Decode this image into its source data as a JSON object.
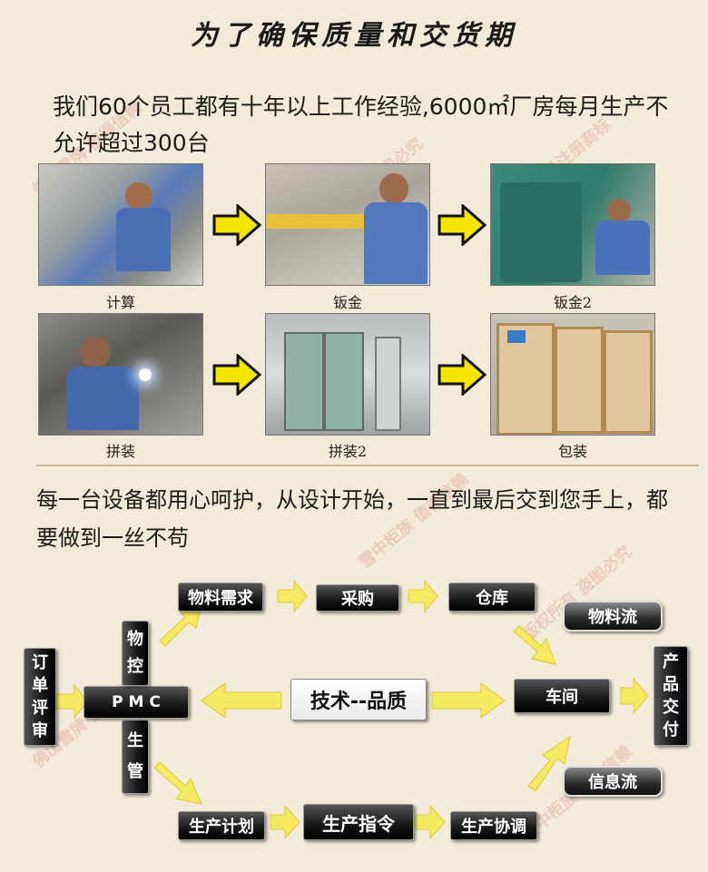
{
  "title": "为了确保质量和交货期",
  "intro": "我们60个员工都有十年以上工作经验,6000㎡厂房每月生产不允许超过300台",
  "photos": [
    {
      "caption": "计算"
    },
    {
      "caption": "钣金"
    },
    {
      "caption": "钣金2"
    },
    {
      "caption": "拼装"
    },
    {
      "caption": "拼装2"
    },
    {
      "caption": "包装"
    }
  ],
  "commitment": "每一台设备都用心呵护，从设计开始，一直到最后交到您手上，都要做到一丝不苟",
  "flow": {
    "order_review": "订单评审",
    "pmc": "P M C",
    "material_control": "物控",
    "production_control": "生管",
    "material_demand": "物料需求",
    "purchase": "采购",
    "warehouse": "仓库",
    "material_flow": "物料流",
    "tech_quality": "技术--品质",
    "workshop": "车间",
    "delivery": "产品交付",
    "info_flow": "信息流",
    "production_plan": "生产计划",
    "production_order": "生产指令",
    "production_coord": "生产协调"
  },
  "watermarks": [
    "佛山雪牌 值得信赖",
    "版权所有 盗图必究",
    "雪中柜族 值得信赖",
    "已注册商标"
  ],
  "colors": {
    "arrow_yellow": "#f5e400",
    "flow_arrow": "#f2e96b",
    "box_dark": "#1b1b1b"
  }
}
